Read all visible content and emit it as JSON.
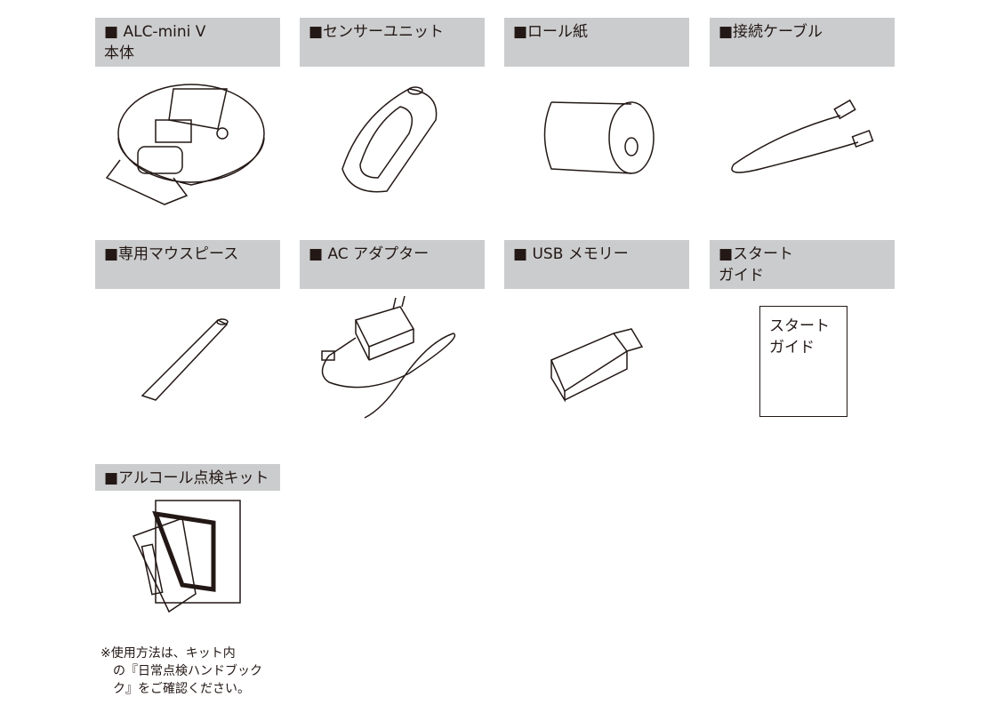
{
  "items": [
    {
      "label": "■ ALC-mini Ⅴ\n本体"
    },
    {
      "label": "■センサーユニット"
    },
    {
      "label": "■ロール紙"
    },
    {
      "label": "■接続ケーブル"
    },
    {
      "label": "■専用マウスピース"
    },
    {
      "label": "■ AC アダプター"
    },
    {
      "label": "■ USB メモリー"
    },
    {
      "label": "■スタート\nガイド"
    },
    {
      "label": "■アルコール点検キット"
    }
  ],
  "start_guide_booklet_text": "スタート\nガイド",
  "note": "※使用方法は、キット内\n　の『日常点検ハンドブック\n　ク』をご確認ください。"
}
